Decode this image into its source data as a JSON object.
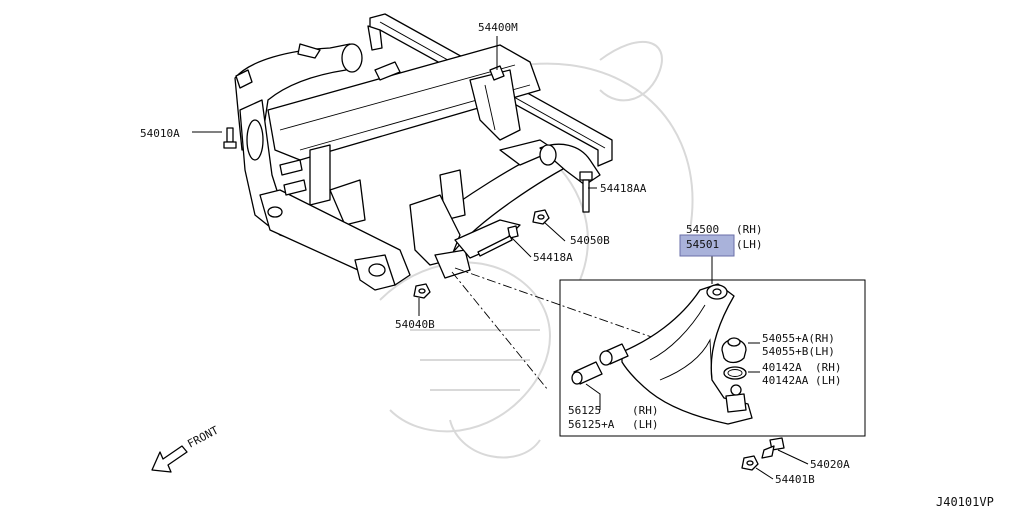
{
  "figure_id": "J40101VP",
  "front_label": "FRONT",
  "highlight_color": "#a9b2da",
  "parts": {
    "p54400M": "54400M",
    "p54010A": "54010A",
    "p54418AA": "54418AA",
    "p54050B": "54050B",
    "p54418A": "54418A",
    "p54040B": "54040B",
    "p54500": "54500",
    "p54500_side": "(RH)",
    "p54501": "54501",
    "p54501_side": "(LH)",
    "p54055_rh": "54055+A(RH)",
    "p54055_lh": "54055+B(LH)",
    "p40142_rh": "40142A  (RH)",
    "p40142_lh": "40142AA (LH)",
    "p56125_rh": "56125",
    "p56125_rh_side": "(RH)",
    "p56125_lh": "56125+A",
    "p56125_lh_side": "(LH)",
    "p54020A": "54020A",
    "p54401B": "54401B"
  }
}
